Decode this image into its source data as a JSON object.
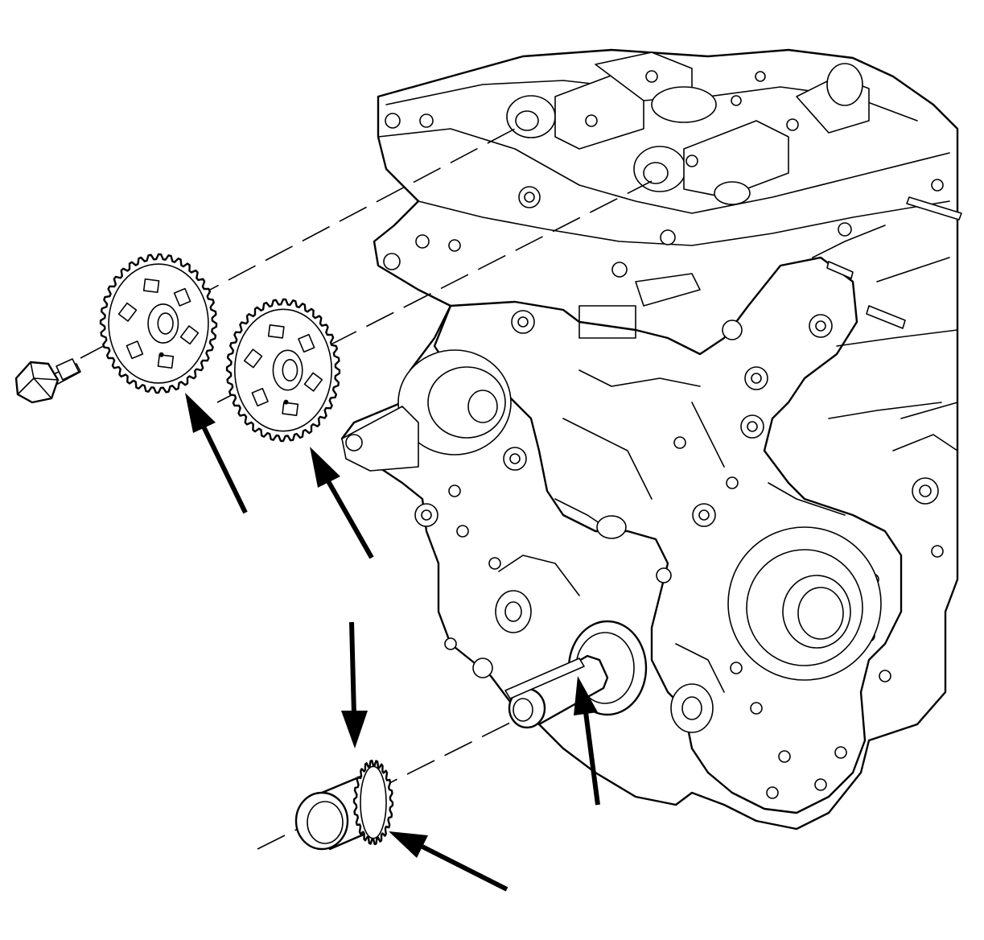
{
  "figure": {
    "description_visible_text": "",
    "components": {
      "engine_block": "engine-block",
      "intake_camshaft_sprocket": "camshaft-sprocket",
      "exhaust_camshaft_sprocket": "camshaft-sprocket",
      "sprocket_bolt": "bolt",
      "crankshaft_sprocket": "crankshaft-sprocket",
      "crankshaft_key": "key"
    },
    "callout_arrow_count": 5,
    "line_color": "#000000",
    "background_color": "#ffffff"
  }
}
